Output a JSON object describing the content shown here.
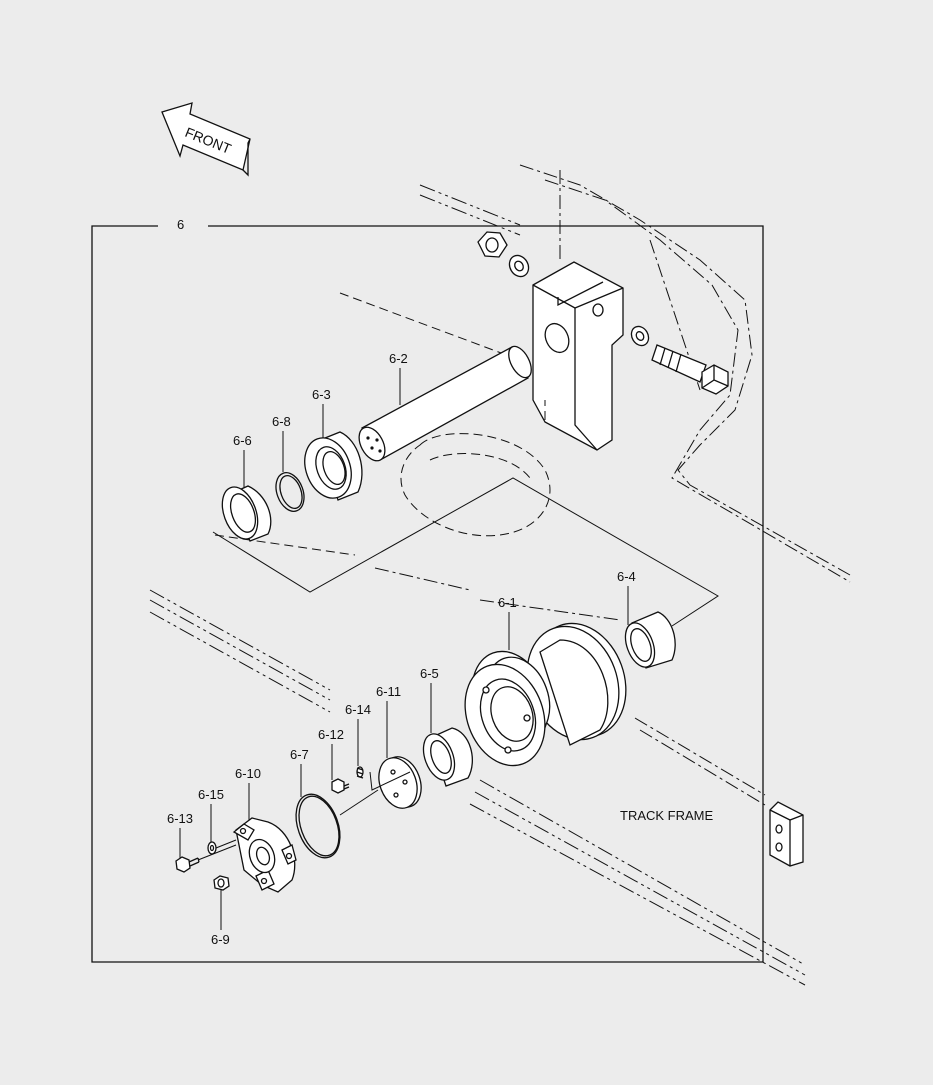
{
  "diagram": {
    "group_label": "6",
    "front_label": "FRONT",
    "track_frame_label": "TRACK FRAME",
    "parts": {
      "p6_1": "6-1",
      "p6_2": "6-2",
      "p6_3": "6-3",
      "p6_4": "6-4",
      "p6_5": "6-5",
      "p6_6": "6-6",
      "p6_7": "6-7",
      "p6_8": "6-8",
      "p6_9": "6-9",
      "p6_10": "6-10",
      "p6_11": "6-11",
      "p6_12": "6-12",
      "p6_13": "6-13",
      "p6_14": "6-14",
      "p6_15": "6-15"
    }
  },
  "colors": {
    "background": "#ececec",
    "line": "#111111",
    "part_fill": "#ffffff"
  }
}
